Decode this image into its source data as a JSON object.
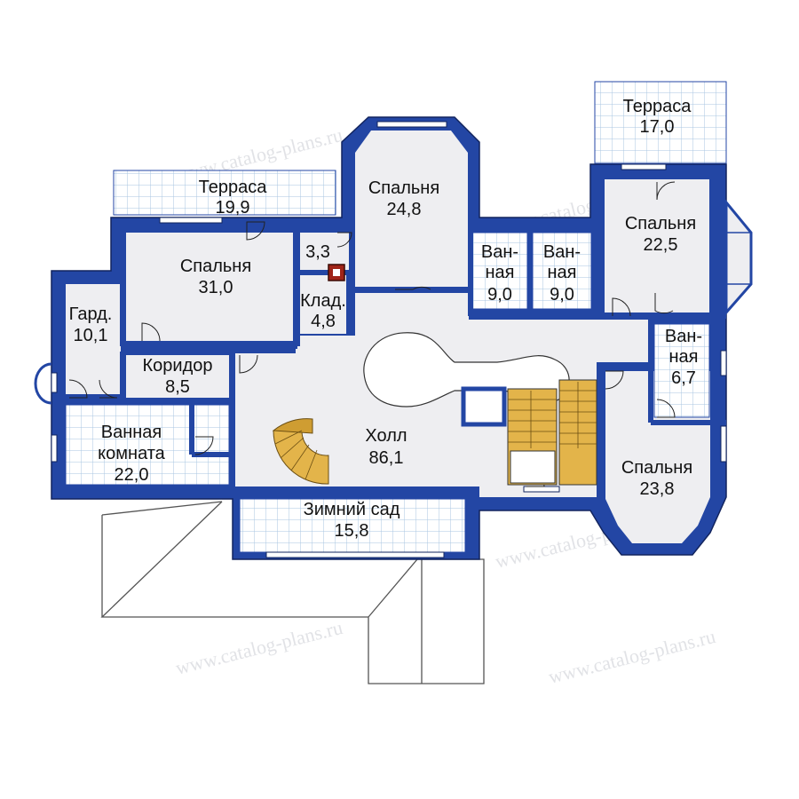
{
  "colors": {
    "wall": "#2346a4",
    "wall_edge": "#12245e",
    "floor": "#eeeef1",
    "tile": "#a9c6e2",
    "stair": "#e3b44a",
    "spiral": "#cf9d32",
    "chimney": "#a02418"
  },
  "watermark": "www.catalog-plans.ru",
  "rooms": [
    {
      "id": "terrace-left",
      "name": "Терраса",
      "area": "19,9"
    },
    {
      "id": "terrace-right",
      "name": "Терраса",
      "area": "17,0"
    },
    {
      "id": "bedroom-24-8",
      "name": "Спальня",
      "area": "24,8"
    },
    {
      "id": "bedroom-31-0",
      "name": "Спальня",
      "area": "31,0"
    },
    {
      "id": "bedroom-22-5",
      "name": "Спальня",
      "area": "22,5"
    },
    {
      "id": "bedroom-23-8",
      "name": "Спальня",
      "area": "23,8"
    },
    {
      "id": "closet-3-3",
      "name": "",
      "area": "3,3"
    },
    {
      "id": "storage",
      "name": "Клад.",
      "area": "4,8"
    },
    {
      "id": "bath-a",
      "name_lines": [
        "Ван-",
        "ная"
      ],
      "area": "9,0"
    },
    {
      "id": "bath-b",
      "name_lines": [
        "Ван-",
        "ная"
      ],
      "area": "9,0"
    },
    {
      "id": "bath-c",
      "name_lines": [
        "Ван-",
        "ная"
      ],
      "area": "6,7"
    },
    {
      "id": "wardrobe",
      "name": "Гард.",
      "area": "10,1"
    },
    {
      "id": "corridor",
      "name": "Коридор",
      "area": "8,5"
    },
    {
      "id": "bathroom",
      "name_lines": [
        "Ванная",
        "комната"
      ],
      "area": "22,0"
    },
    {
      "id": "hall",
      "name": "Холл",
      "area": "86,1"
    },
    {
      "id": "winter-garden",
      "name": "Зимний сад",
      "area": "15,8"
    }
  ]
}
